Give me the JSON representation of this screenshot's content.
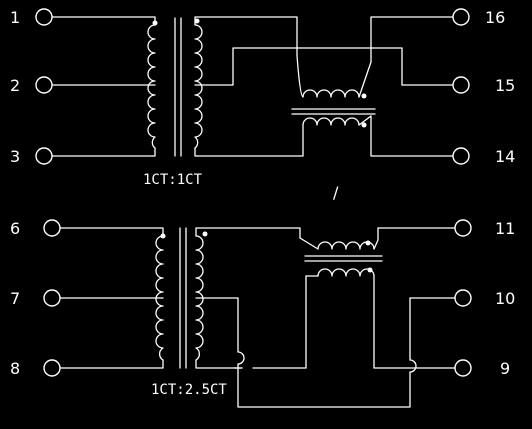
{
  "pins": {
    "p1": "1",
    "p2": "2",
    "p3": "3",
    "p16": "16",
    "p15": "15",
    "p14": "14",
    "p6": "6",
    "p7": "7",
    "p8": "8",
    "p11": "11",
    "p10": "10",
    "p9": "9"
  },
  "ratios": {
    "upper": "1CT:1CT",
    "lower": "1CT:2.5CT"
  },
  "separator": "/"
}
